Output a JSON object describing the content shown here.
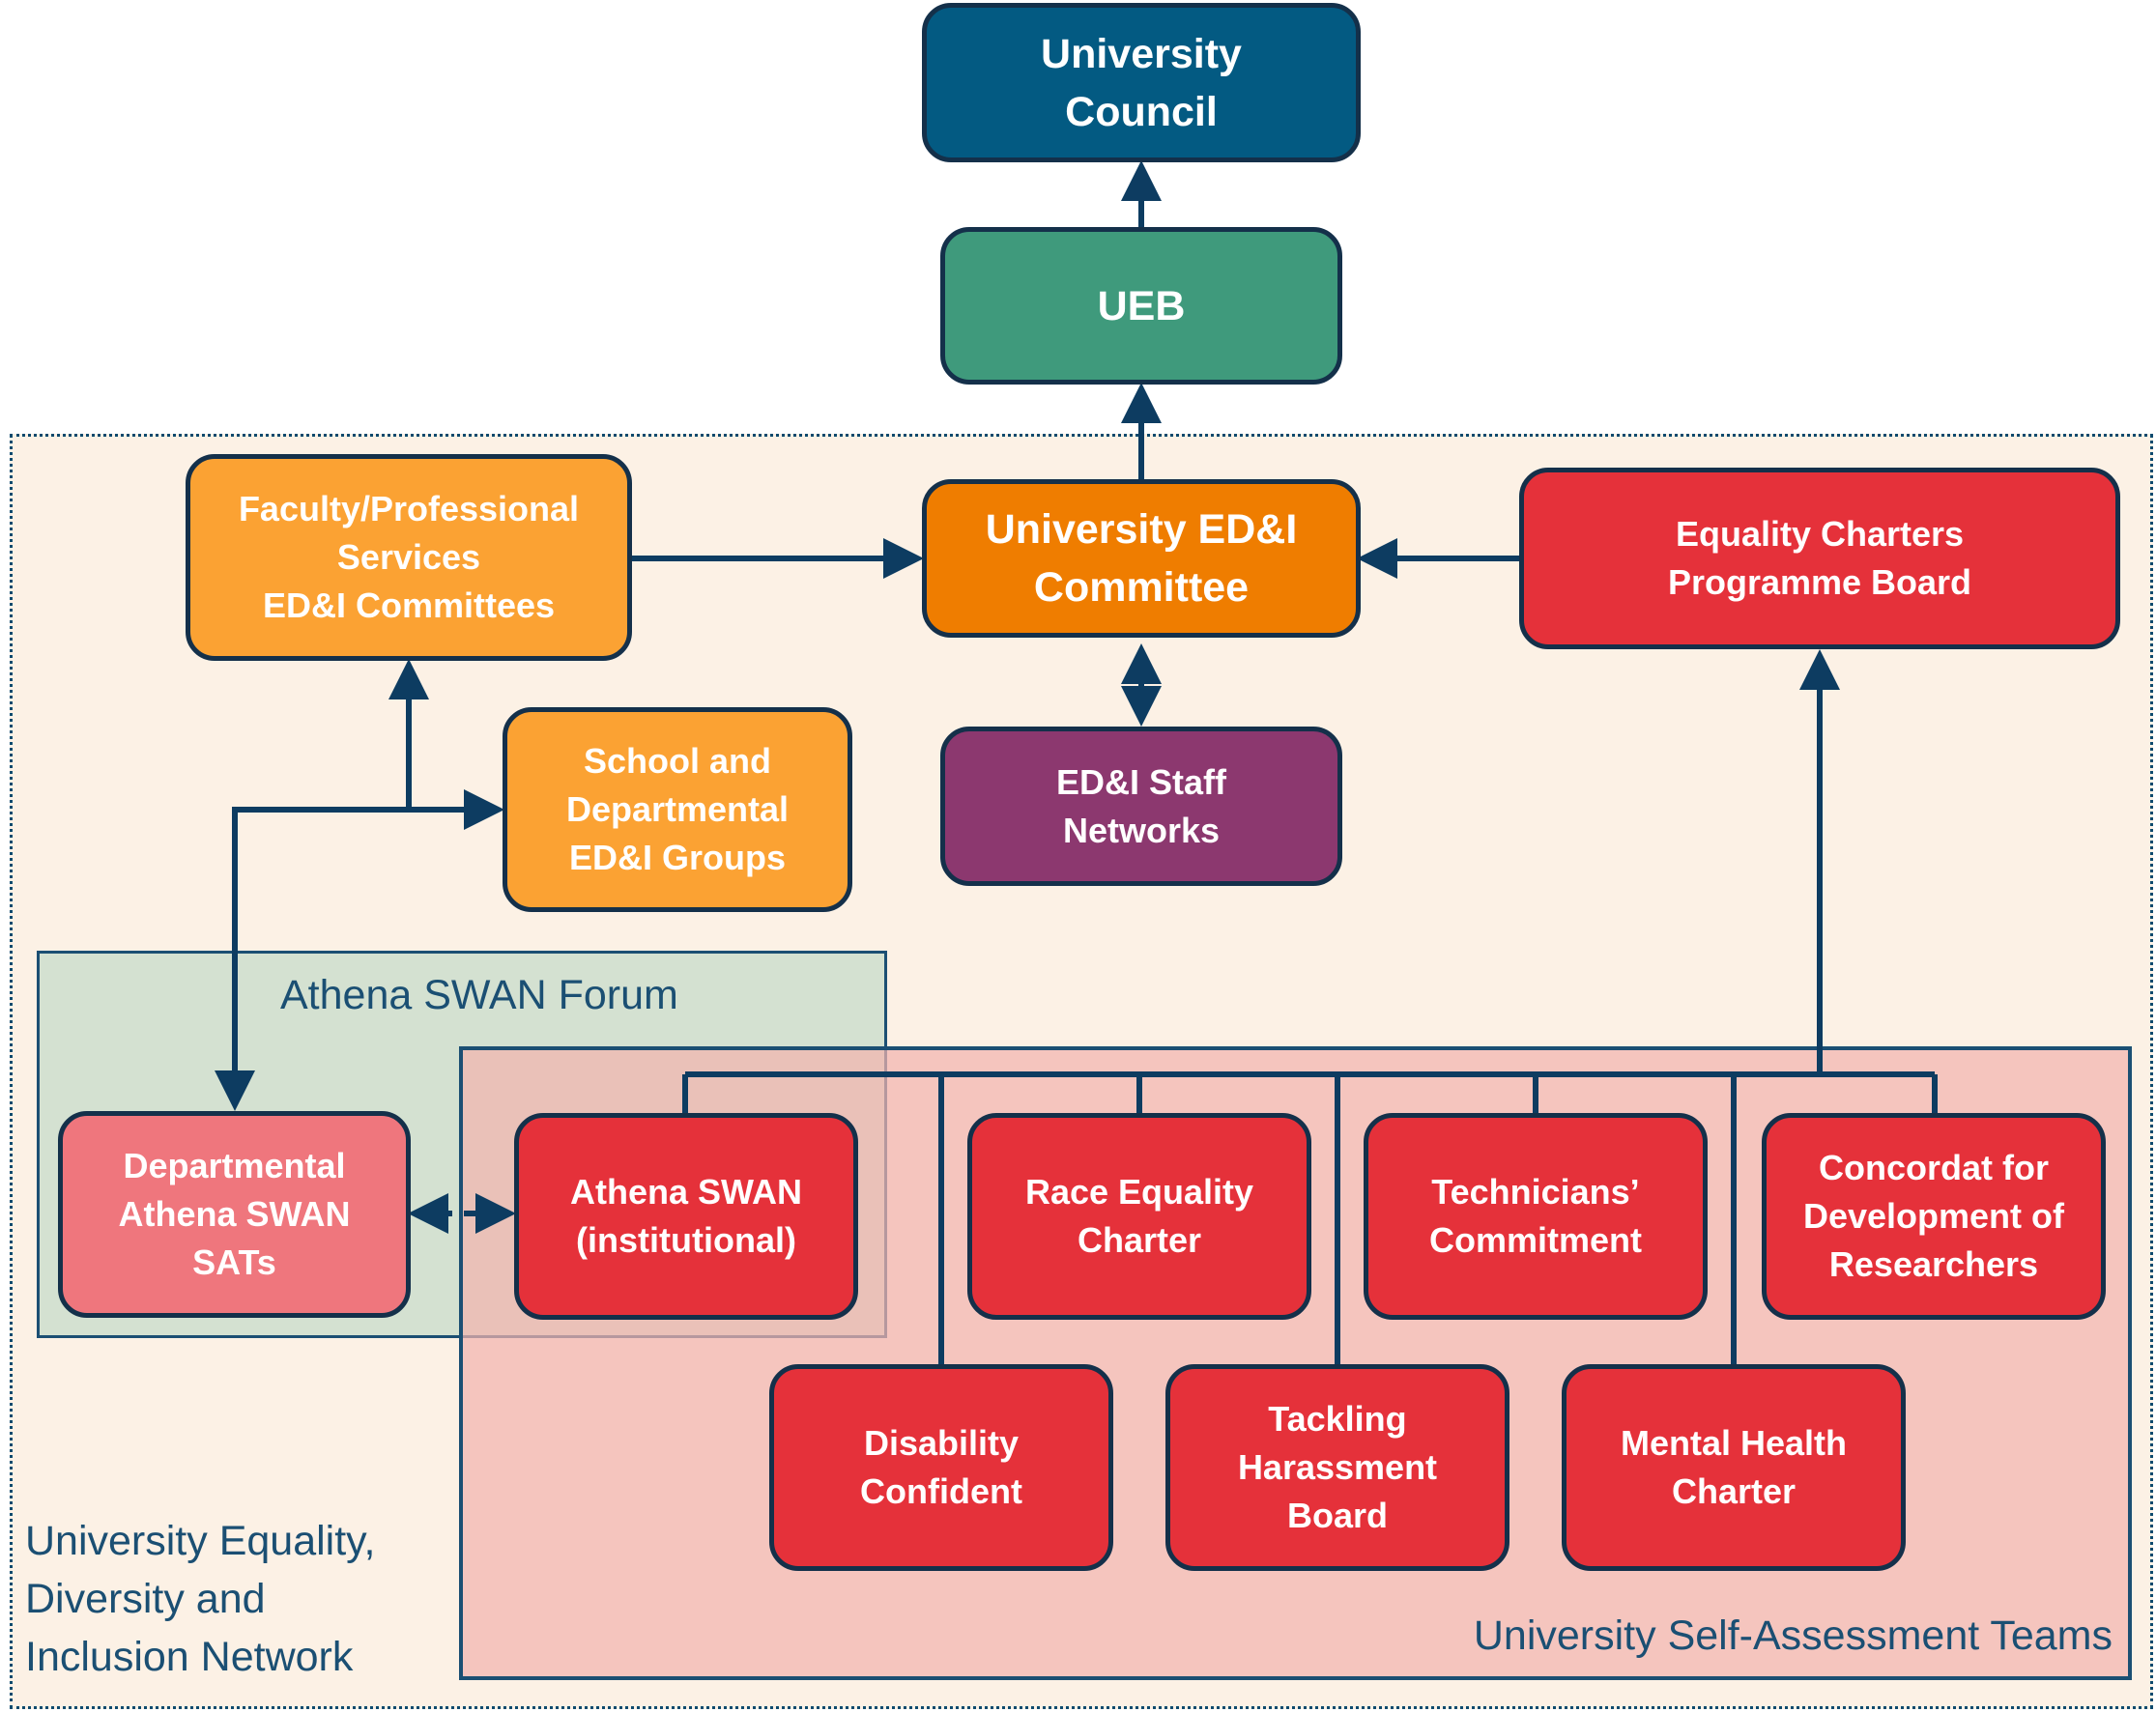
{
  "regions": {
    "network_label": "University Equality,\nDiversity and\nInclusion Network",
    "forum_label": "Athena SWAN Forum",
    "sat_label": "University Self-Assessment Teams"
  },
  "nodes": {
    "university_council": "University\nCouncil",
    "ueb": "UEB",
    "edi_committee": "University ED&I\nCommittee",
    "faculty_committees": "Faculty/Professional\nServices\nED&I Committees",
    "equality_charters_board": "Equality Charters\nProgramme Board",
    "school_groups": "School and\nDepartmental\nED&I Groups",
    "staff_networks": "ED&I Staff\nNetworks",
    "departmental_sats": "Departmental\nAthena SWAN\nSATs",
    "athena_swan_institutional": "Athena SWAN\n(institutional)",
    "race_equality_charter": "Race Equality\nCharter",
    "technicians_commitment": "Technicians’\nCommitment",
    "concordat": "Concordat for\nDevelopment of\nResearchers",
    "disability_confident": "Disability\nConfident",
    "tackling_harassment": "Tackling\nHarassment\nBoard",
    "mental_health_charter": "Mental Health\nCharter"
  },
  "colors": {
    "council": "#035a82",
    "ueb": "#3f9a7c",
    "committee": "#ef7d00",
    "light_orange": "#fba233",
    "red": "#e5313a",
    "pink": "#ef767d",
    "purple": "#8c386f",
    "connector": "#0d3c61"
  }
}
